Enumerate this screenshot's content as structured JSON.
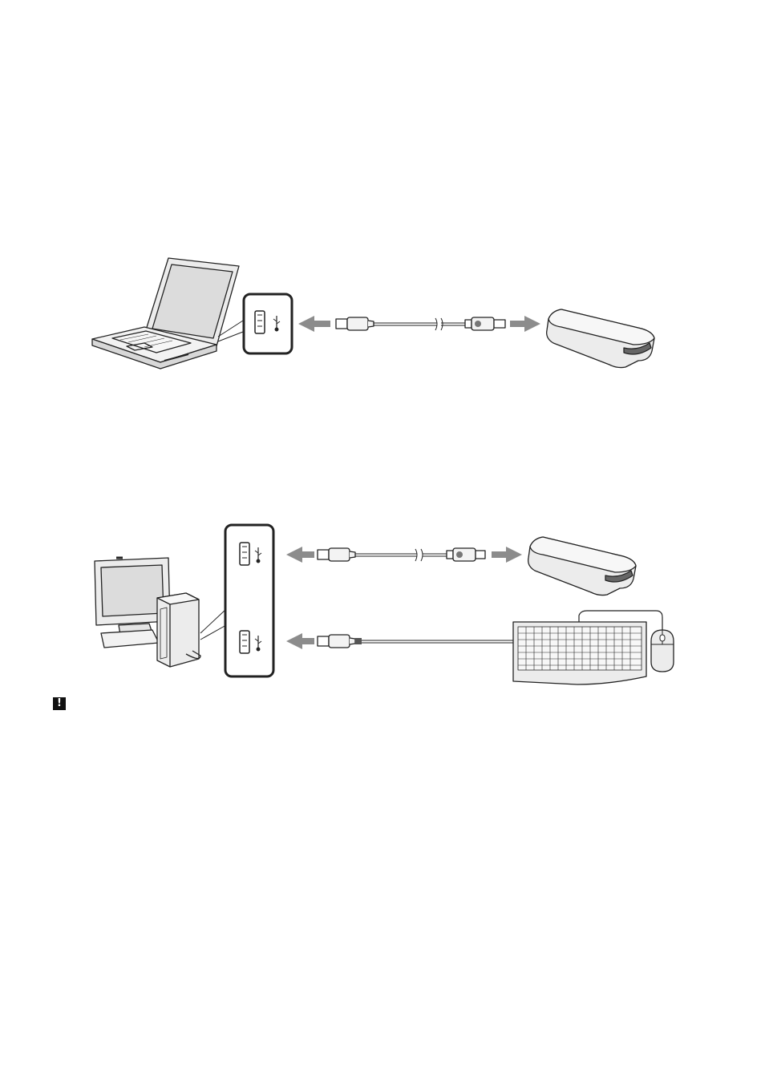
{
  "note": {
    "symbol": "!"
  },
  "colors": {
    "arrow": "#8c8c8c",
    "line": "#222222",
    "device_fill": "#e9e9e9",
    "screen": "#dcdcdc"
  },
  "figures": [
    {
      "name": "laptop-connection",
      "devices": [
        "laptop",
        "usb-port",
        "usb-cable",
        "card-reader"
      ]
    },
    {
      "name": "desktop-connection",
      "devices": [
        "desktop-computer",
        "usb-port-1",
        "usb-port-2",
        "usb-cable",
        "card-reader",
        "keyboard",
        "mouse"
      ]
    }
  ]
}
